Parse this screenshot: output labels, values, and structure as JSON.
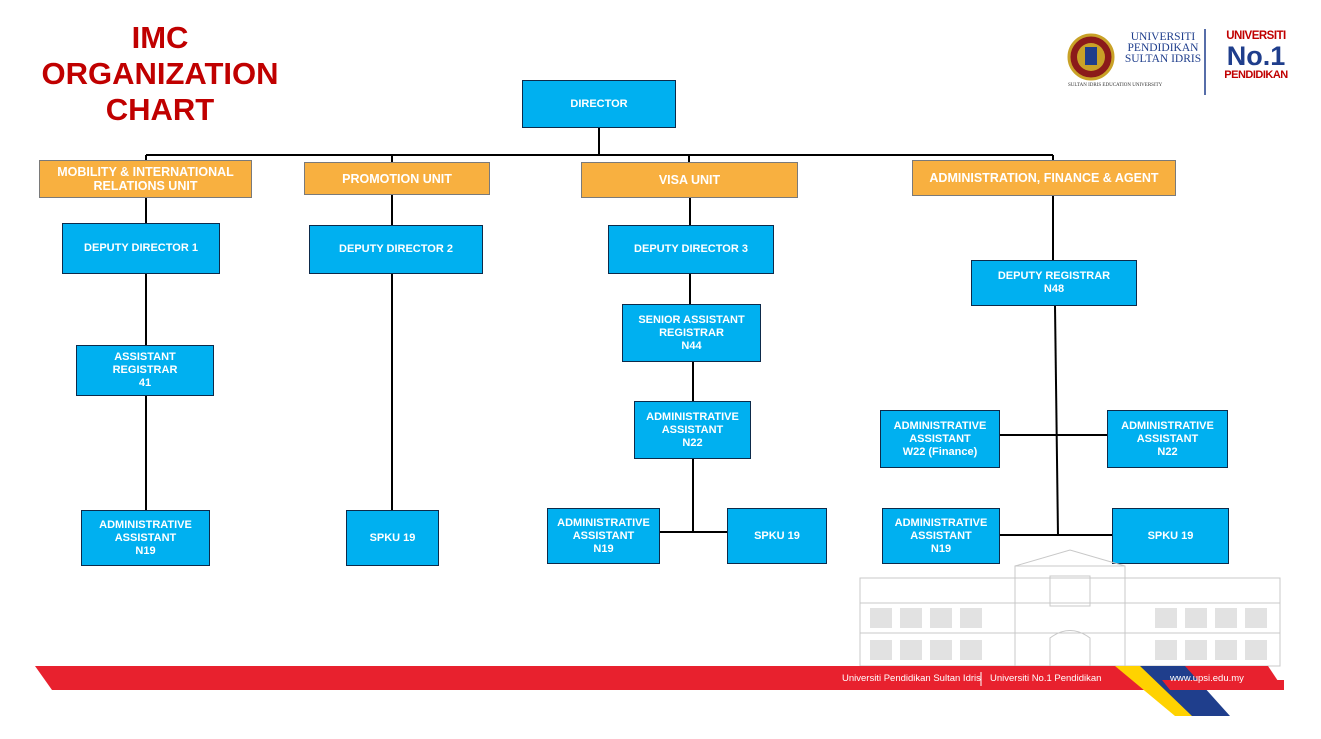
{
  "title": {
    "line1": "IMC",
    "line2": "ORGANIZATION",
    "line3": "CHART"
  },
  "logo": {
    "upsi_line1": "UNIVERSITI",
    "upsi_line2": "PENDIDIKAN",
    "upsi_line3": "SULTAN IDRIS",
    "upsi_sub": "SULTAN IDRIS EDUCATION UNIVERSITY",
    "no1_line1": "UNIVERSITI",
    "no1_line2": "No.1",
    "no1_line3": "PENDIDIKAN"
  },
  "nodes": {
    "director": "DIRECTOR",
    "mobility_unit": "MOBILITY & INTERNATIONAL RELATIONS UNIT",
    "promotion_unit": "PROMOTION UNIT",
    "visa_unit": "VISA UNIT",
    "admin_unit": "ADMINISTRATION, FINANCE & AGENT",
    "dd1": "DEPUTY DIRECTOR 1",
    "dd2": "DEPUTY DIRECTOR 2",
    "dd3": "DEPUTY DIRECTOR 3",
    "dep_reg_l1": "DEPUTY REGISTRAR",
    "dep_reg_l2": "N48",
    "asst_reg_l1": "ASSISTANT",
    "asst_reg_l2": "REGISTRAR",
    "asst_reg_l3": "41",
    "sar_l1": "SENIOR ASSISTANT",
    "sar_l2": "REGISTRAR",
    "sar_l3": "N44",
    "aa_visa_l1": "ADMINISTRATIVE",
    "aa_visa_l2": "ASSISTANT",
    "aa_visa_l3": "N22",
    "aa_fin_l1": "ADMINISTRATIVE",
    "aa_fin_l2": "ASSISTANT",
    "aa_fin_l3": "W22 (Finance)",
    "aa_admin_n22_l1": "ADMINISTRATIVE",
    "aa_admin_n22_l2": "ASSISTANT",
    "aa_admin_n22_l3": "N22",
    "aa_mob_l1": "ADMINISTRATIVE",
    "aa_mob_l2": "ASSISTANT",
    "aa_mob_l3": "N19",
    "spku_promo": "SPKU 19",
    "aa_visa_n19_l1": "ADMINISTRATIVE",
    "aa_visa_n19_l2": "ASSISTANT",
    "aa_visa_n19_l3": "N19",
    "spku_visa": "SPKU 19",
    "aa_admin_n19_l1": "ADMINISTRATIVE",
    "aa_admin_n19_l2": "ASSISTANT",
    "aa_admin_n19_l3": "N19",
    "spku_admin": "SPKU 19"
  },
  "footer": {
    "upsi": "Universiti Pendidikan Sultan Idris",
    "tagline": "Universiti No.1 Pendidikan",
    "url": "www.upsi.edu.my"
  },
  "colors": {
    "title": "#c00000",
    "box_blue": "#00b0f0",
    "box_orange": "#f8b040",
    "footer_red": "#e8212e",
    "footer_yellow": "#ffd200",
    "footer_navy": "#1f3e8c"
  }
}
